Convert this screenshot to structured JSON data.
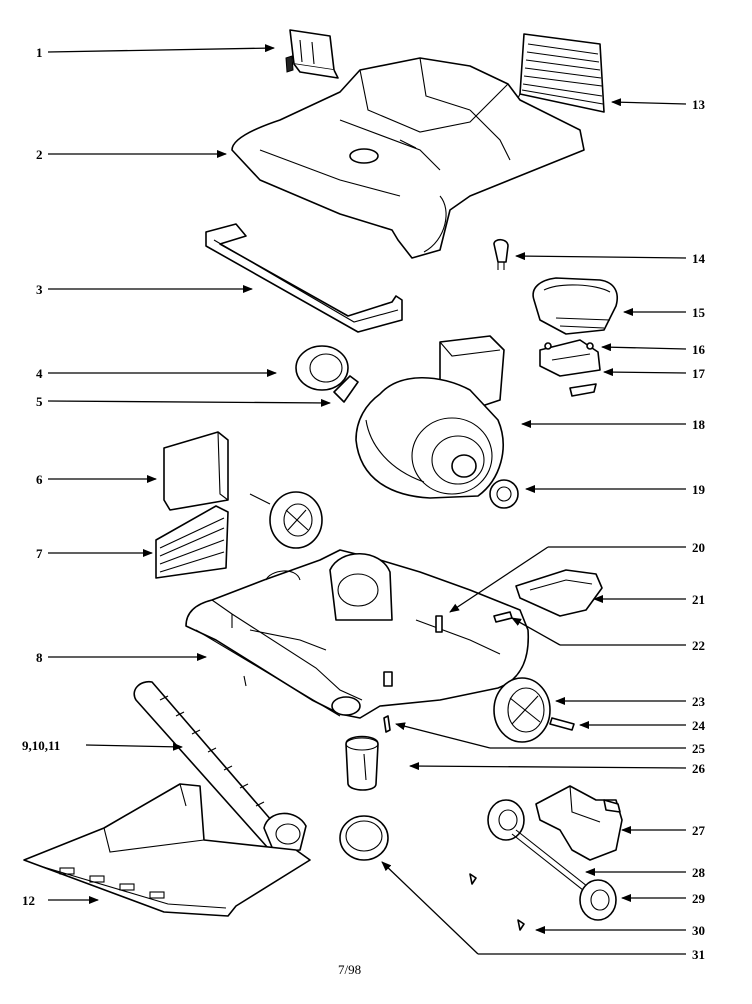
{
  "footer": "7/98",
  "callouts": [
    {
      "id": "1",
      "label": "1"
    },
    {
      "id": "2",
      "label": "2"
    },
    {
      "id": "3",
      "label": "3"
    },
    {
      "id": "4",
      "label": "4"
    },
    {
      "id": "5",
      "label": "5"
    },
    {
      "id": "6",
      "label": "6"
    },
    {
      "id": "7",
      "label": "7"
    },
    {
      "id": "8",
      "label": "8"
    },
    {
      "id": "9",
      "label": "9,10,11"
    },
    {
      "id": "12",
      "label": "12"
    },
    {
      "id": "13",
      "label": "13"
    },
    {
      "id": "14",
      "label": "14"
    },
    {
      "id": "15",
      "label": "15"
    },
    {
      "id": "16",
      "label": "16"
    },
    {
      "id": "17",
      "label": "17"
    },
    {
      "id": "18",
      "label": "18"
    },
    {
      "id": "19",
      "label": "19"
    },
    {
      "id": "20",
      "label": "20"
    },
    {
      "id": "21",
      "label": "21"
    },
    {
      "id": "22",
      "label": "22"
    },
    {
      "id": "23",
      "label": "23"
    },
    {
      "id": "24",
      "label": "24"
    },
    {
      "id": "25",
      "label": "25"
    },
    {
      "id": "26",
      "label": "26"
    },
    {
      "id": "27",
      "label": "27"
    },
    {
      "id": "28",
      "label": "28"
    },
    {
      "id": "29",
      "label": "29"
    },
    {
      "id": "30",
      "label": "30"
    },
    {
      "id": "31",
      "label": "31"
    }
  ]
}
